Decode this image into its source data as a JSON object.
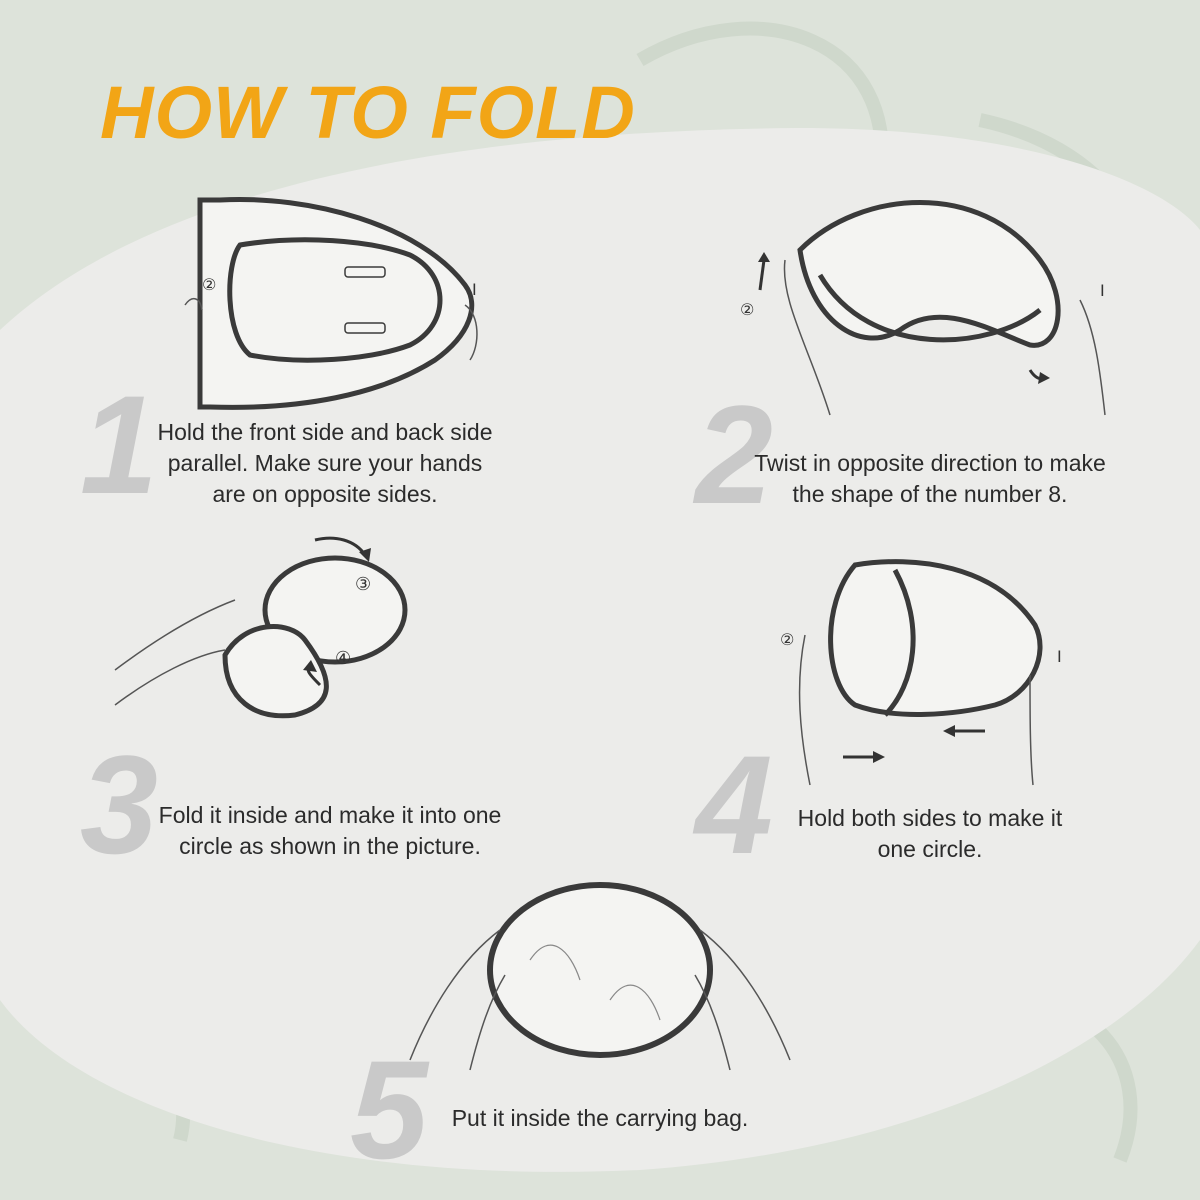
{
  "title": "HOW TO FOLD",
  "colors": {
    "title": "#f2a516",
    "background": "#dde3da",
    "panel": "#ececea",
    "step_number": "#c9c9c9",
    "frame": "#3a3a3a"
  },
  "steps": [
    {
      "number": "1",
      "lines": [
        "Hold the front side and back side",
        "parallel. Make sure your hands",
        "are on opposite sides."
      ],
      "markers": [
        "②",
        "Ⅰ"
      ]
    },
    {
      "number": "2",
      "lines": [
        "Twist in opposite direction to make",
        "the shape of the number 8."
      ],
      "markers": [
        "②",
        "Ⅰ"
      ]
    },
    {
      "number": "3",
      "lines": [
        "Fold it inside and make it into one",
        "circle as shown in the picture."
      ],
      "markers": [
        "③",
        "④"
      ]
    },
    {
      "number": "4",
      "lines": [
        "Hold both sides to make it",
        "one circle."
      ],
      "markers": [
        "②",
        "Ⅰ"
      ]
    },
    {
      "number": "5",
      "lines": [
        "Put it inside the carrying bag."
      ],
      "markers": []
    }
  ]
}
